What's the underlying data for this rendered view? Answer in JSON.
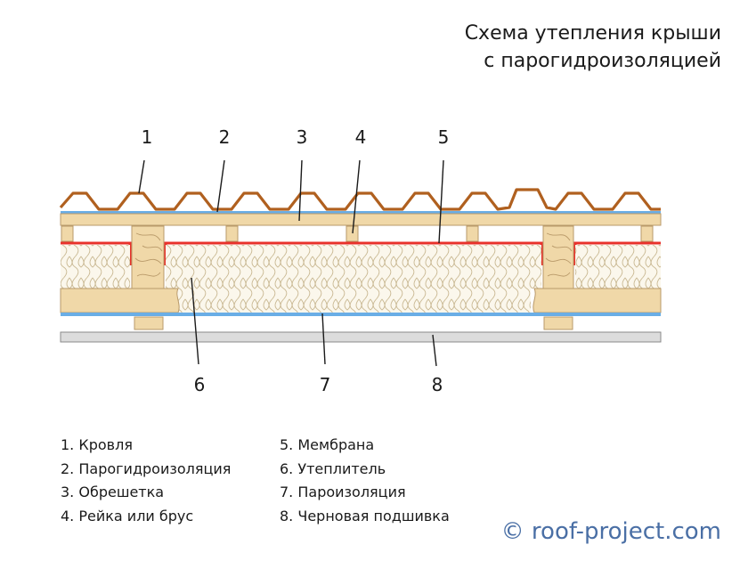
{
  "title": {
    "line1": "Схема утепления крыши",
    "line2": "с парогидроизоляцией"
  },
  "callouts": [
    "1",
    "2",
    "3",
    "4",
    "5",
    "6",
    "7",
    "8"
  ],
  "legend": [
    "1. Кровля",
    "2. Парогидроизоляция",
    "3. Обрешетка",
    "4. Рейка или брус",
    "5. Мембрана",
    "6. Утеплитель",
    "7. Пароизоляция",
    "8. Черновая подшивка"
  ],
  "credit": "© roof-project.com",
  "colors": {
    "roofing": "#b0601f",
    "wood": "#f0d8a8",
    "wood_stroke": "#b99a6a",
    "insulation": "#fbf7ec",
    "membrane": "#e8322b",
    "vapor_barrier": "#6aaee6",
    "lining": "#dcdcdc",
    "credit": "#4a6fa5"
  }
}
